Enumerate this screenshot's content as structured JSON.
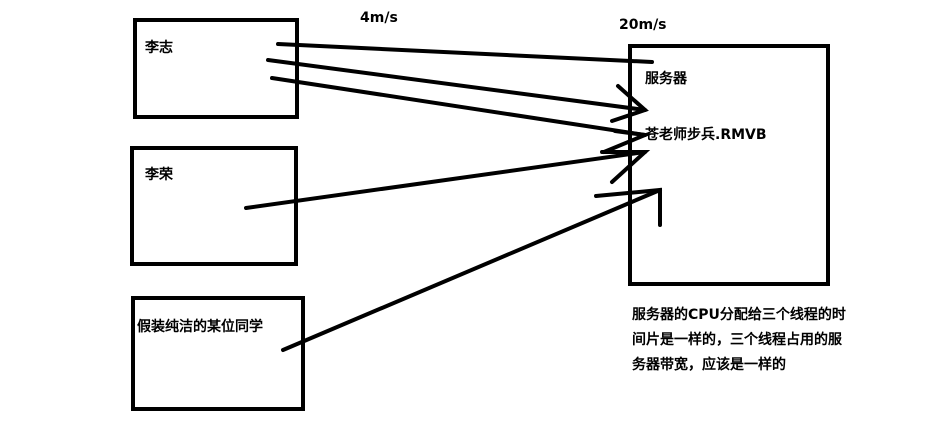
{
  "clients": {
    "lizhi": "李志",
    "lirong": "李荣",
    "pure_student": "假装纯洁的某位同学"
  },
  "server": {
    "title": "服务器",
    "file": "苍老师步兵.RMVB"
  },
  "speeds": {
    "client": "4m/s",
    "server": "20m/s"
  },
  "note": {
    "line1": "服务器的CPU分配给三个线程的时",
    "line2": "间片是一样的，三个线程占用的服",
    "line3": "务器带宽，应该是一样的"
  },
  "colors": {
    "stroke": "#000000",
    "background": "#ffffff"
  }
}
